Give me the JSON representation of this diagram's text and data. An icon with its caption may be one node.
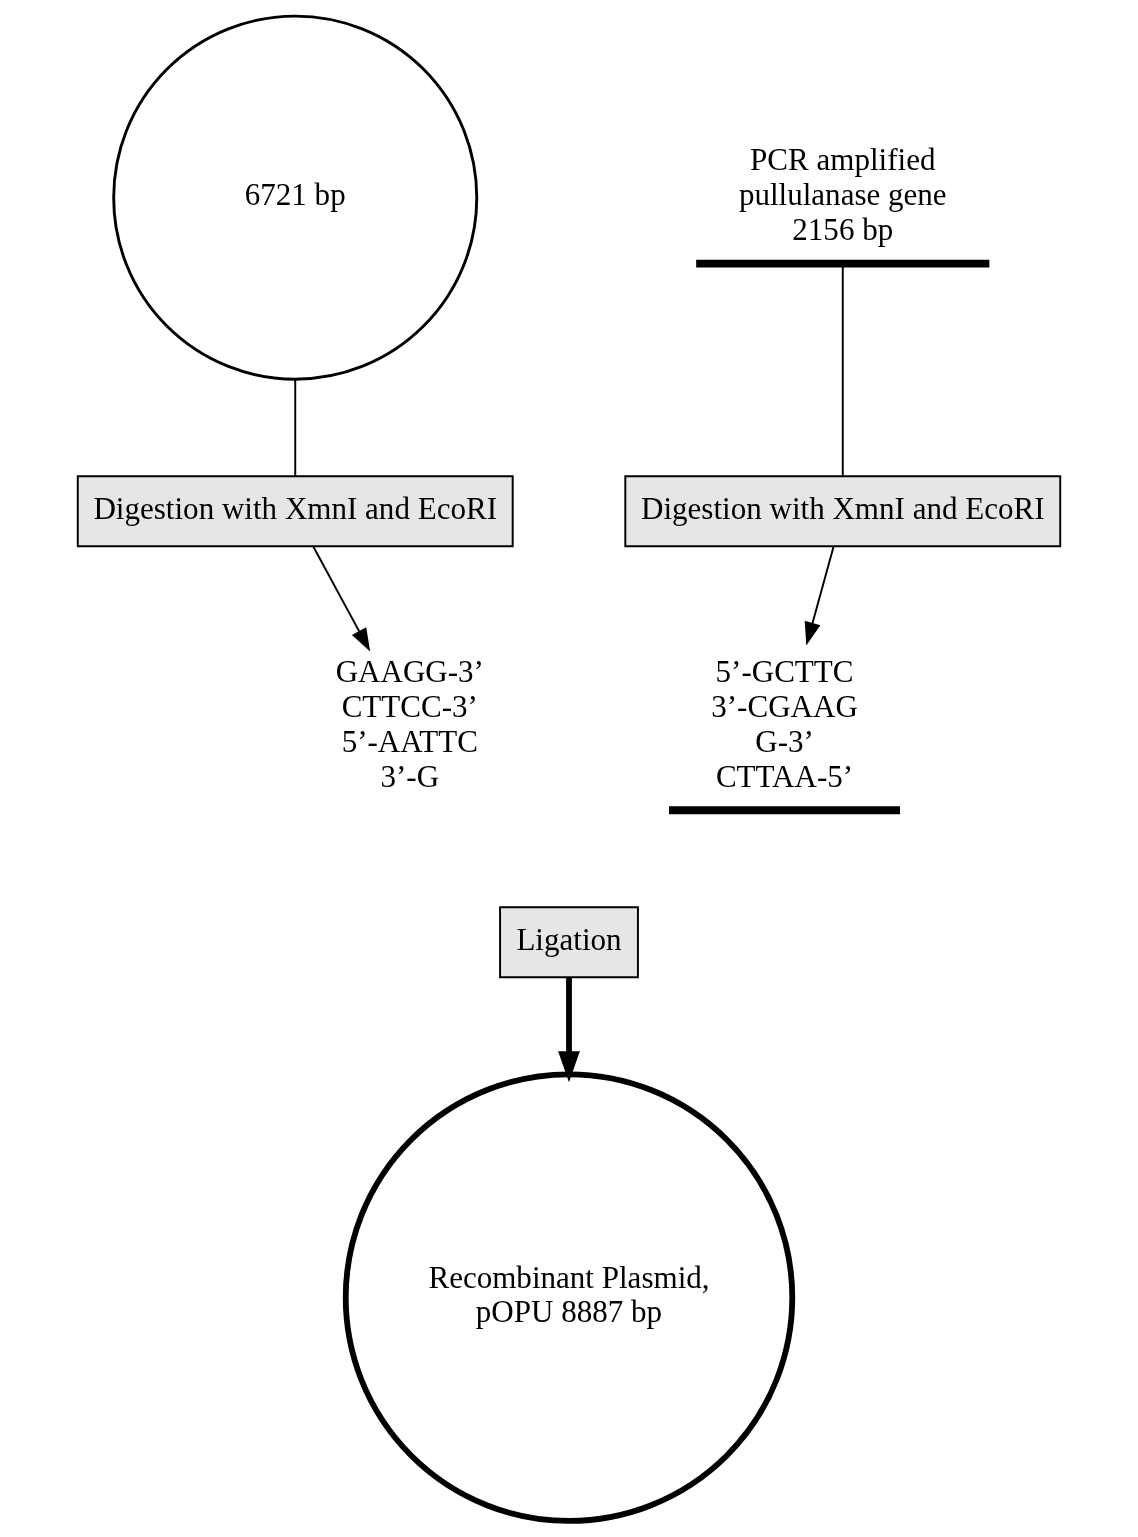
{
  "diagram": {
    "nodes": [
      {
        "text": [
          "6721 bp"
        ]
      },
      {
        "text": [
          "PCR amplified pullulanase gene 2156 bp"
        ]
      },
      {
        "text": [
          "Digestion with XmnI and EcoRI"
        ]
      },
      {
        "text": [
          "Digestion with XmnI and EcoRI"
        ]
      },
      {
        "text": [
          "GAAGG-3’ CTTCC-3’",
          "5’-AATTC 3’-G"
        ]
      },
      {
        "text": [
          "5’-GCTTC 3’-CGAAG",
          "G-3’ CTTAA-5’"
        ]
      },
      {
        "text": [
          "Ligation"
        ]
      },
      {
        "text": [
          "Recombinant Plasmid, pOPU 8887 bp"
        ]
      }
    ],
    "edges": [
      {
        "from": 0,
        "to": 2,
        "arrow": "none"
      },
      {
        "from": 1,
        "to": 3,
        "arrow": "none"
      },
      {
        "from": 2,
        "to": 4,
        "arrow": "to"
      },
      {
        "from": 3,
        "to": 5,
        "arrow": "to"
      },
      {
        "from": 6,
        "to": 7,
        "arrow": "to",
        "style": "thick"
      }
    ]
  }
}
